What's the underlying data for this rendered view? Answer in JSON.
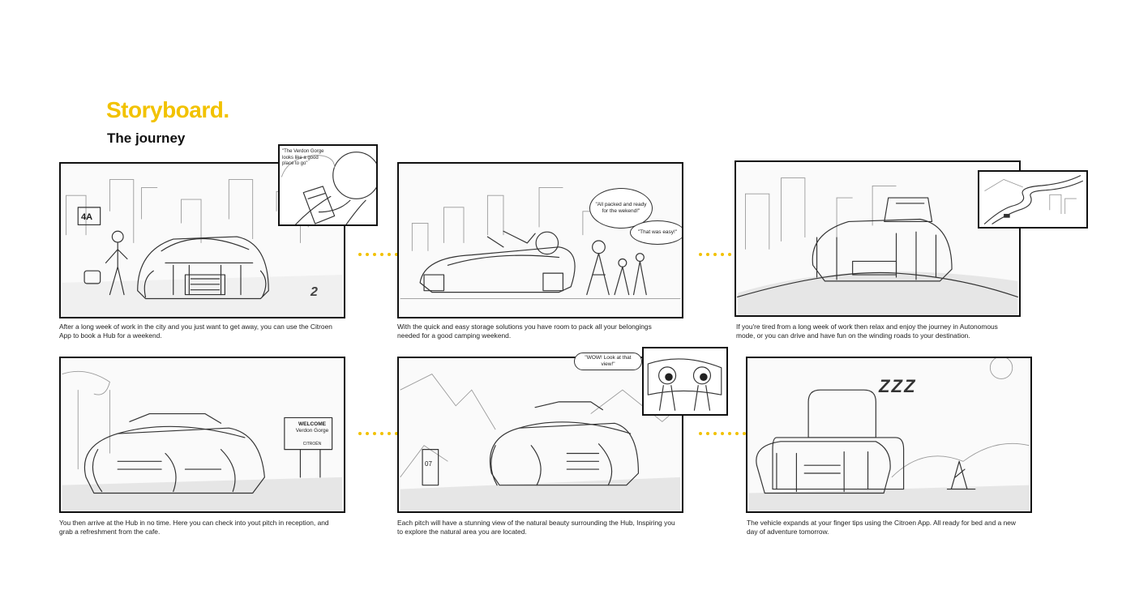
{
  "header": {
    "title": "Storyboard.",
    "subtitle": "The journey"
  },
  "colors": {
    "accent": "#f2c200",
    "ink": "#111111"
  },
  "panels": [
    {
      "caption": "After a long week of work in the city and you just want to get away, you can use the Citroen App to book a Hub for a weekend.",
      "sign": "4A",
      "number": "2",
      "inset_bubble": "\"The Verdon Gorge looks like a good place to go\""
    },
    {
      "caption": "With the quick and easy storage solutions you have room to pack all your belongings needed for a good camping weekend.",
      "bubble_1": "\"All packed and ready for the wekend!\"",
      "bubble_2": "\"That was easy!\""
    },
    {
      "caption": "If you're tired from a long week of work then relax and enjoy the journey in Autonomous mode, or you can drive and  have fun on the winding roads to your destination."
    },
    {
      "caption": "You then arrive at the Hub in no time. Here you can check into yout pitch in reception, and grab a refreshment from the cafe.",
      "sign_title": "WELCOME",
      "sign_place": "Verdon Gorge",
      "sign_brand": "CITROËN"
    },
    {
      "caption": "Each pitch will have a stunning view of the natural beauty surrounding the Hub, Inspiring you to explore the natural area you are located.",
      "bubble_1": "\"WOW! Look at that view!\"",
      "pitch_number": "07"
    },
    {
      "caption": "The vehicle expands at your finger tips using the  Citroen App. All ready for bed and a new day of adventure tomorrow.",
      "sleep_text": "Z Z Z"
    }
  ]
}
